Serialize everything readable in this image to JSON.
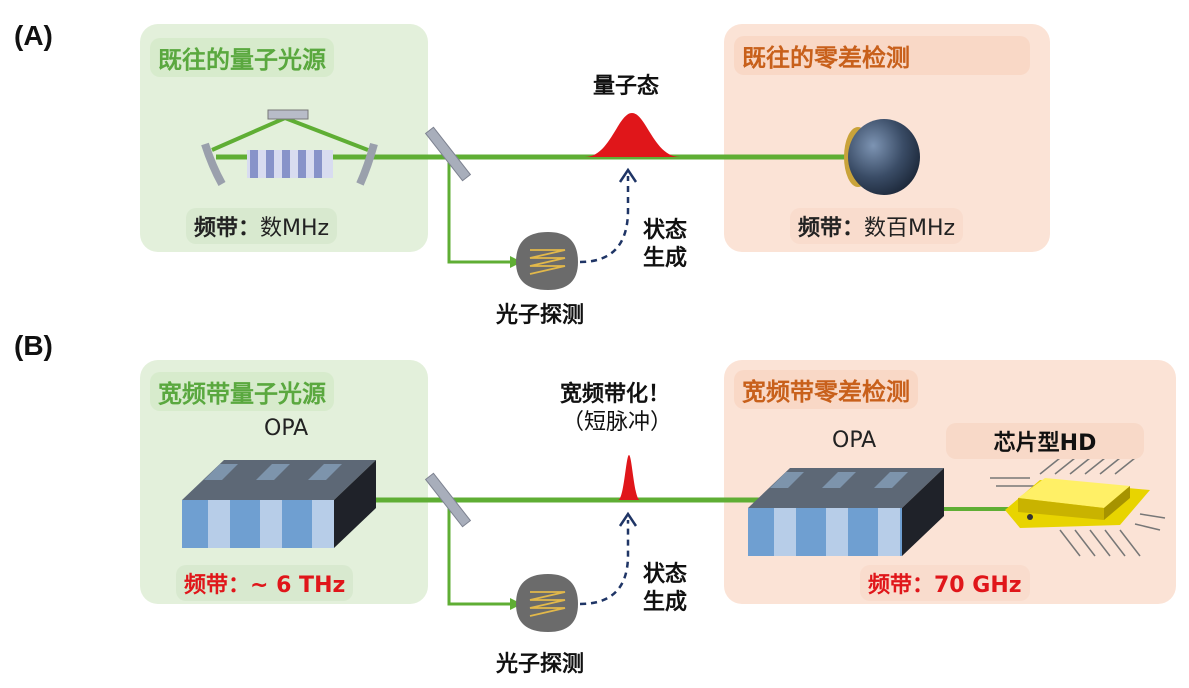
{
  "panel_a": {
    "label": "(A)",
    "source_title": "既往的量子光源",
    "source_band_label": "频带：",
    "source_band_value": "数MHz",
    "state_label": "量子态",
    "state_gen_line1": "状态",
    "state_gen_line2": "生成",
    "photon_detect": "光子探测",
    "detector_title": "既往的零差检测",
    "detector_band_label": "频带：",
    "detector_band_value": "数百MHz"
  },
  "panel_b": {
    "label": "(B)",
    "source_title": "宽频带量子光源",
    "source_opa": "OPA",
    "source_band": "频带：~ 6 THz",
    "pulse_line1": "宽频带化！",
    "pulse_line2": "（短脉冲）",
    "state_gen_line1": "状态",
    "state_gen_line2": "生成",
    "photon_detect": "光子探测",
    "detector_title": "宽频带零差检测",
    "detector_opa": "OPA",
    "chip_label": "芯片型HD",
    "detector_band": "频带：70 GHz"
  },
  "colors": {
    "beam": "#6fbf3f",
    "green_box": "#e3f0db",
    "peach_box": "#fbe3d6",
    "green_text": "#5aa83f",
    "orange_text": "#c8601b",
    "pulse": "#e0161a",
    "chip": "#f5e400"
  }
}
